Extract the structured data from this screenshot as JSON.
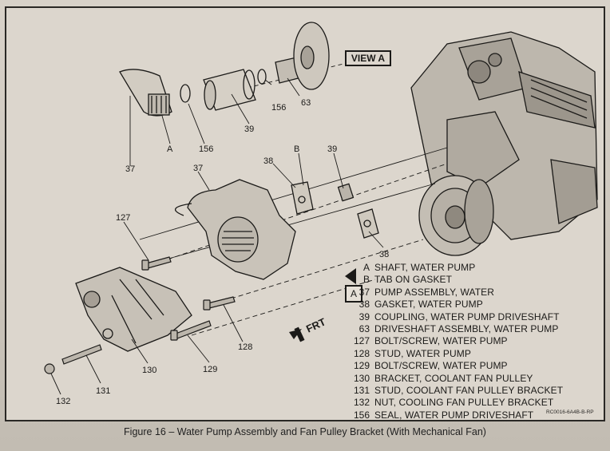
{
  "view_label": "VIEW A",
  "view_marker": "A",
  "direction_label": "FRT",
  "callouts": {
    "c37_top": "37",
    "c_a_top": "A",
    "c156_left": "156",
    "c39_top": "39",
    "c156_right": "156",
    "c63": "63",
    "c37_mid": "37",
    "c38_mid": "38",
    "c_b": "B",
    "c39_mid": "39",
    "c127": "127",
    "c38_low": "38",
    "c128": "128",
    "c129": "129",
    "c130": "130",
    "c131": "131",
    "c132": "132"
  },
  "legend": [
    {
      "key": "A",
      "desc": "SHAFT, WATER PUMP"
    },
    {
      "key": "B",
      "desc": "TAB ON GASKET"
    },
    {
      "key": "37",
      "desc": "PUMP ASSEMBLY, WATER"
    },
    {
      "key": "38",
      "desc": "GASKET, WATER PUMP"
    },
    {
      "key": "39",
      "desc": "COUPLING, WATER PUMP DRIVESHAFT"
    },
    {
      "key": "63",
      "desc": "DRIVESHAFT ASSEMBLY, WATER PUMP"
    },
    {
      "key": "127",
      "desc": "BOLT/SCREW, WATER PUMP"
    },
    {
      "key": "128",
      "desc": "STUD, WATER PUMP"
    },
    {
      "key": "129",
      "desc": "BOLT/SCREW, WATER PUMP"
    },
    {
      "key": "130",
      "desc": "BRACKET, COOLANT FAN PULLEY"
    },
    {
      "key": "131",
      "desc": "STUD, COOLANT FAN PULLEY BRACKET"
    },
    {
      "key": "132",
      "desc": "NUT, COOLING FAN PULLEY BRACKET"
    },
    {
      "key": "156",
      "desc": "SEAL, WATER PUMP DRIVESHAFT"
    }
  ],
  "reference_code": "RC0016-6A4B-B-RP",
  "caption": "Figure 16 – Water Pump Assembly and Fan Pulley Bracket (With Mechanical Fan)"
}
